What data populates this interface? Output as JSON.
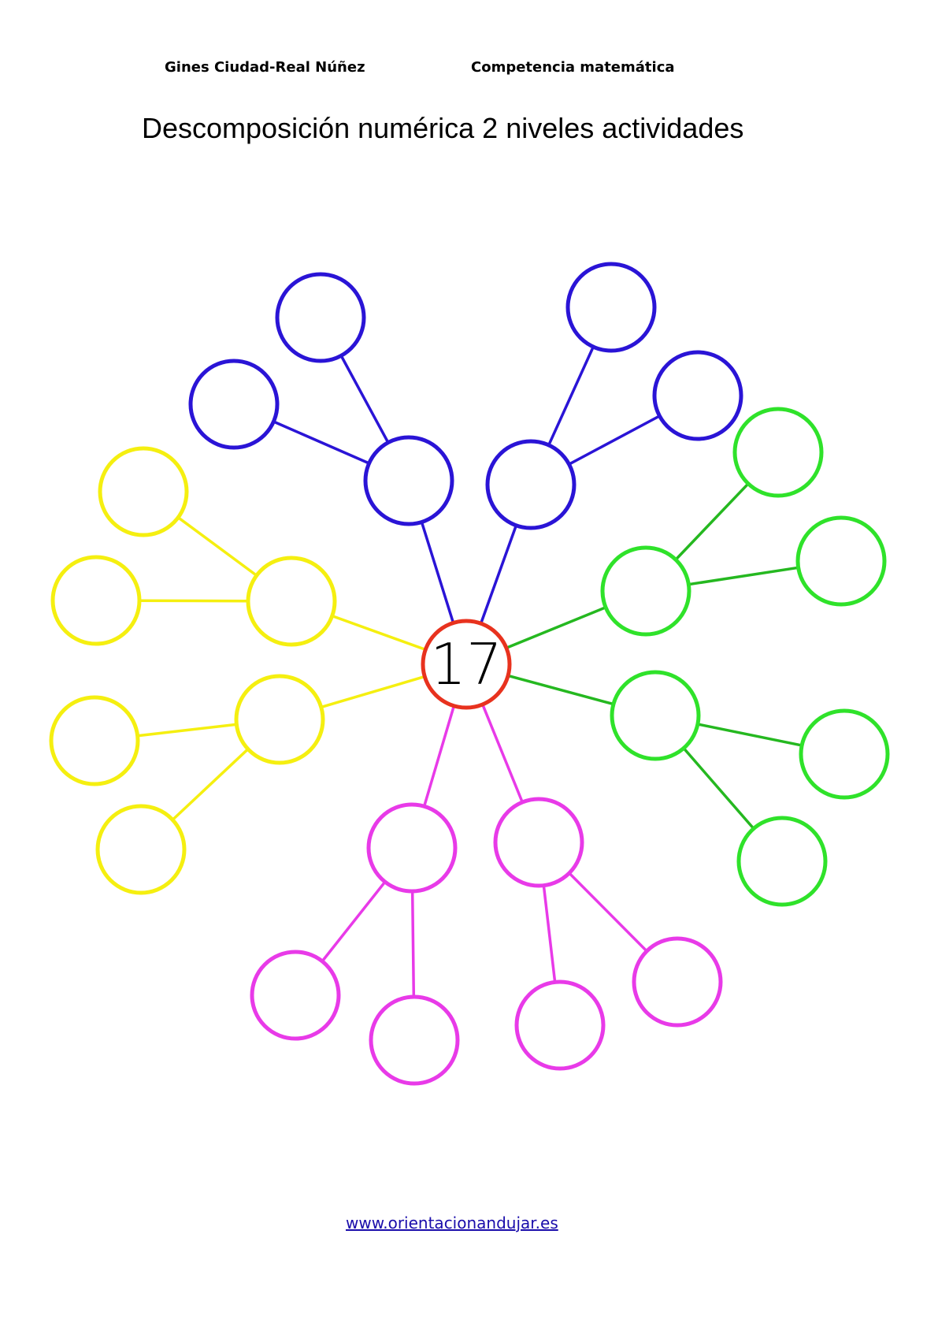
{
  "header": {
    "author": "Gines Ciudad-Real Núñez",
    "subject": "Competencia matemática"
  },
  "title": "Descomposición numérica 2 niveles actividades",
  "diagram": {
    "center_number": "17",
    "colors": {
      "center": "#e8321e",
      "top_branches": "#2a14d6",
      "right_branches": "#2fe22a",
      "bottom_branches": "#e83ae8",
      "left_branches": "#f5ef10",
      "right_lines": "#25b820"
    }
  },
  "footer": {
    "link_text": "www.orientacionandujar.es"
  }
}
